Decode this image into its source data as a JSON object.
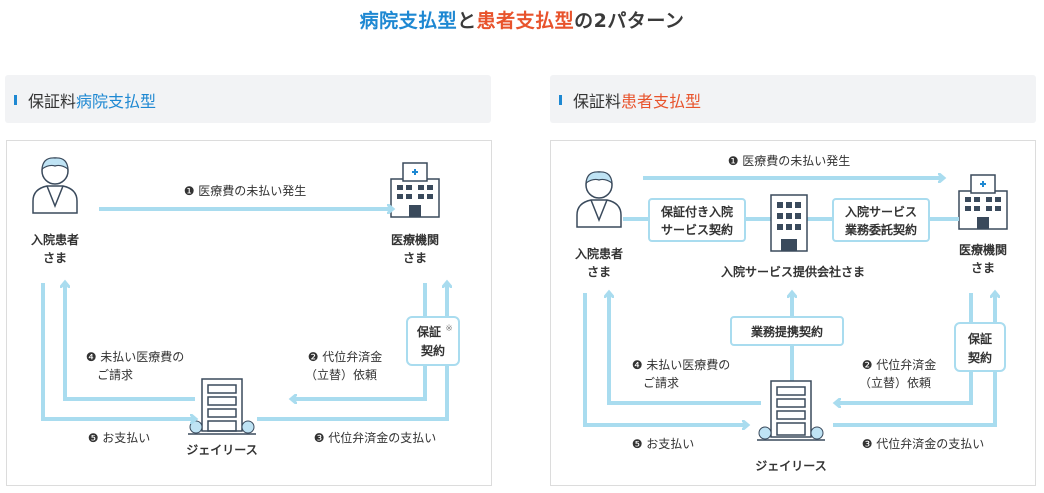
{
  "title": {
    "part1": "病院支払型",
    "part2": "と",
    "part3": "患者支払型",
    "part4": "の2パターン"
  },
  "left": {
    "header_prefix": "保証料",
    "header_highlight": "病院支払型",
    "patient_line1": "入院患者",
    "patient_line2": "さま",
    "hospital_line1": "医療機関",
    "hospital_line2": "さま",
    "company": "ジェイリース",
    "step1": "❶ 医療費の未払い発生",
    "step2_line1": "❷ 代位弁済金",
    "step2_line2": "（立替）依頼",
    "step3": "❸ 代位弁済金の支払い",
    "step4_line1": "❹ 未払い医療費の",
    "step4_line2": "ご請求",
    "step5": "❺ お支払い",
    "guarantee_line1": "保証",
    "guarantee_mark": "※",
    "guarantee_line2": "契約"
  },
  "right": {
    "header_prefix": "保証料",
    "header_highlight": "患者支払型",
    "patient_line1": "入院患者",
    "patient_line2": "さま",
    "hospital_line1": "医療機関",
    "hospital_line2": "さま",
    "company": "ジェイリース",
    "provider": "入院サービス提供会社さま",
    "contract_a_line1": "保証付き入院",
    "contract_a_line2": "サービス契約",
    "contract_b_line1": "入院サービス",
    "contract_b_line2": "業務委託契約",
    "contract_c": "業務提携契約",
    "step1": "❶ 医療費の未払い発生",
    "step2_line1": "❷ 代位弁済金",
    "step2_line2": "（立替）依頼",
    "step3": "❸ 代位弁済金の支払い",
    "step4_line1": "❹ 未払い医療費の",
    "step4_line2": "ご請求",
    "step5": "❺ お支払い",
    "guarantee_line1": "保証",
    "guarantee_line2": "契約"
  },
  "colors": {
    "accent_blue": "#1e88d2",
    "accent_red": "#e8532c",
    "arrow": "#a9dcef",
    "icon": "#3a4a5c"
  }
}
